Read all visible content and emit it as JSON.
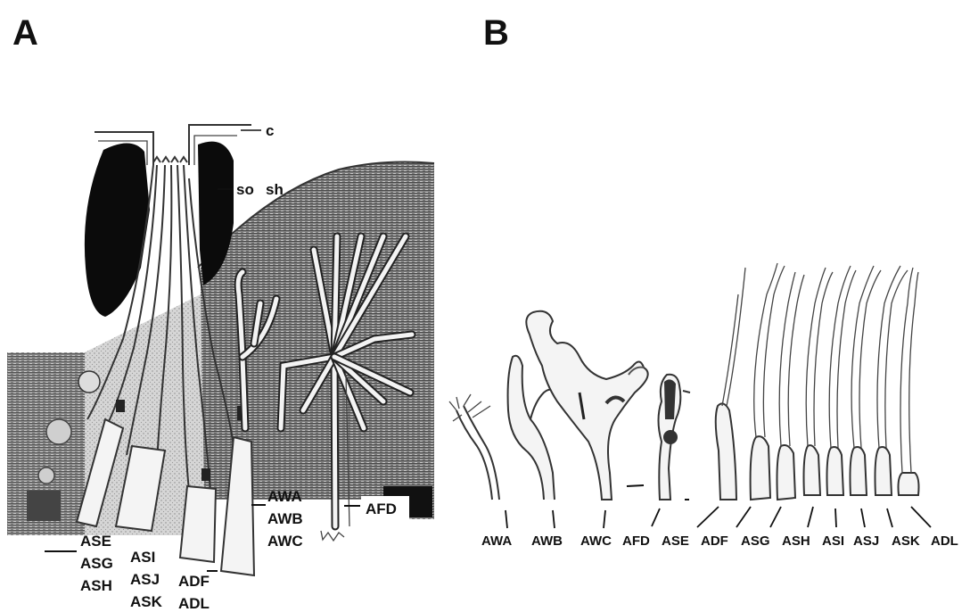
{
  "panels": {
    "a": {
      "letter": "A",
      "top_labels": {
        "c": "c",
        "so": "so",
        "sh": "sh"
      },
      "groups": [
        [
          "ASE",
          "ASG",
          "ASH"
        ],
        [
          "ASI",
          "ASJ",
          "ASK"
        ],
        [
          "ADF",
          "ADL"
        ],
        [
          "AWA",
          "AWB",
          "AWC"
        ],
        [
          "AFD"
        ]
      ]
    },
    "b": {
      "letter": "B",
      "neurons": [
        "AWA",
        "AWB",
        "AWC",
        "AFD",
        "ASE",
        "ADF",
        "ASG",
        "ASH",
        "ASI",
        "ASJ",
        "ASK",
        "ADL"
      ]
    }
  }
}
